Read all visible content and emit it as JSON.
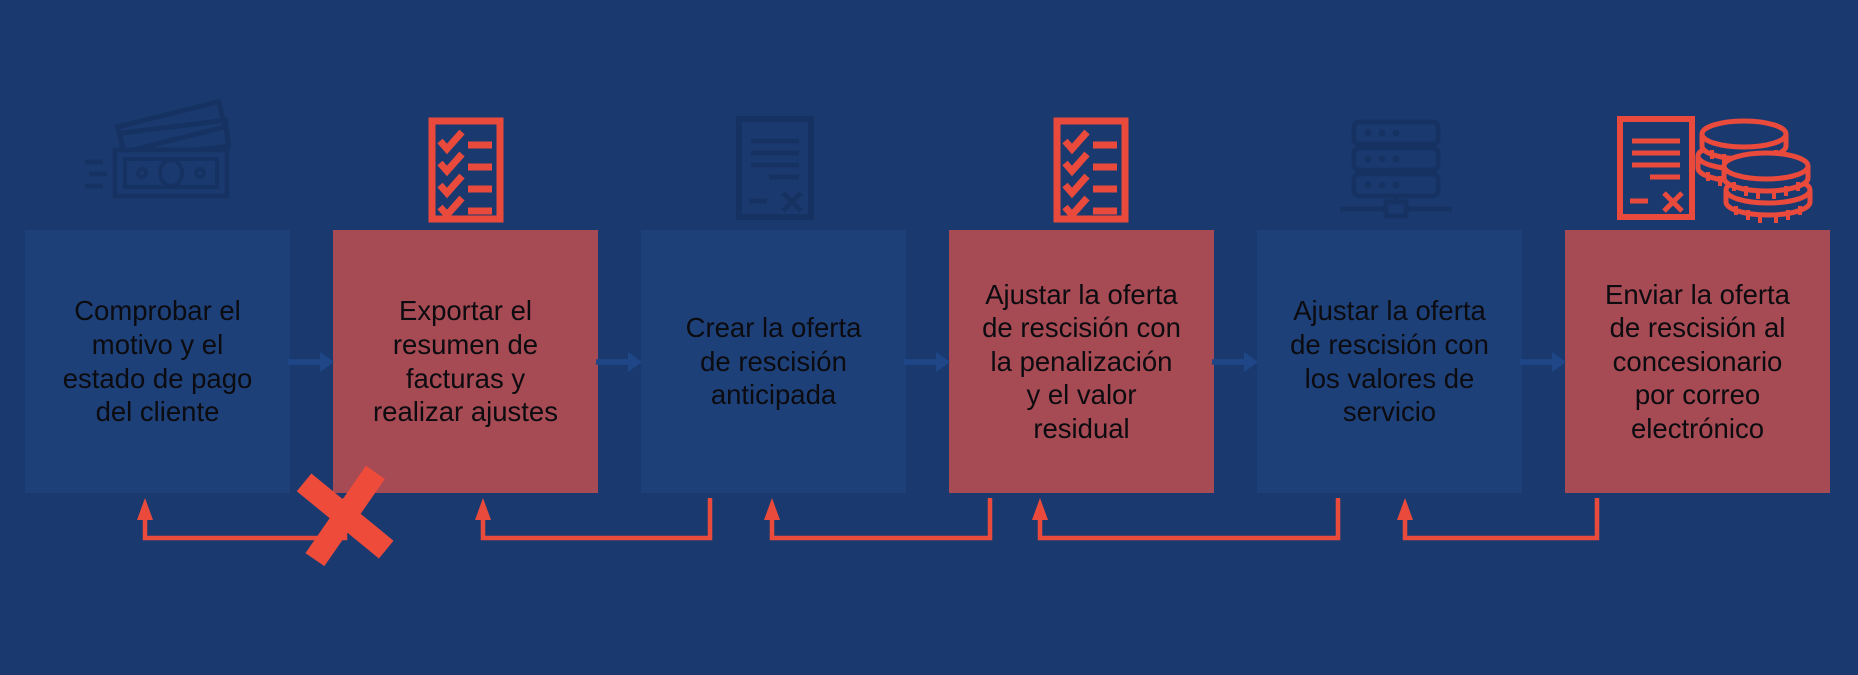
{
  "diagram": {
    "title_present": false,
    "colors": {
      "bg": "#1a3a6f",
      "box_blue": "#1e4078",
      "box_red": "#a64a54",
      "accent": "#ea4a3c",
      "x_mark": "#ef4b3a",
      "connector": "#1f4787",
      "faint_icon": "#163263",
      "text": "#0b0b10"
    },
    "steps": [
      {
        "id": 1,
        "variant": "blue",
        "icons": [
          "banknotes-icon"
        ],
        "label": "Comprobar el\nmotivo y el\nestado de pago\ndel cliente"
      },
      {
        "id": 2,
        "variant": "red",
        "icons": [
          "checklist-icon"
        ],
        "label": "Exportar el\nresumen de\nfacturas y\nrealizar ajustes"
      },
      {
        "id": 3,
        "variant": "blue",
        "icons": [
          "document-cancel-icon"
        ],
        "label": "Crear la oferta\nde rescisión\nanticipada"
      },
      {
        "id": 4,
        "variant": "red",
        "icons": [
          "checklist-icon"
        ],
        "label": "Ajustar la oferta\nde rescisión con\nla penalización\ny el valor\nresidual"
      },
      {
        "id": 5,
        "variant": "blue",
        "icons": [
          "server-icon"
        ],
        "label": "Ajustar la oferta\nde rescisión con\nlos valores de\nservicio"
      },
      {
        "id": 6,
        "variant": "red",
        "icons": [
          "document-cancel-icon",
          "coins-icon"
        ],
        "label": "Enviar la oferta\nde rescisión al\nconcesionario\npor correo\nelectrónico"
      }
    ],
    "forward_connectors": 5,
    "feedback_connectors": 5,
    "blocked_feedback": {
      "marker": "x-mark",
      "location": "feedback line from step 2 back to step 1"
    }
  }
}
